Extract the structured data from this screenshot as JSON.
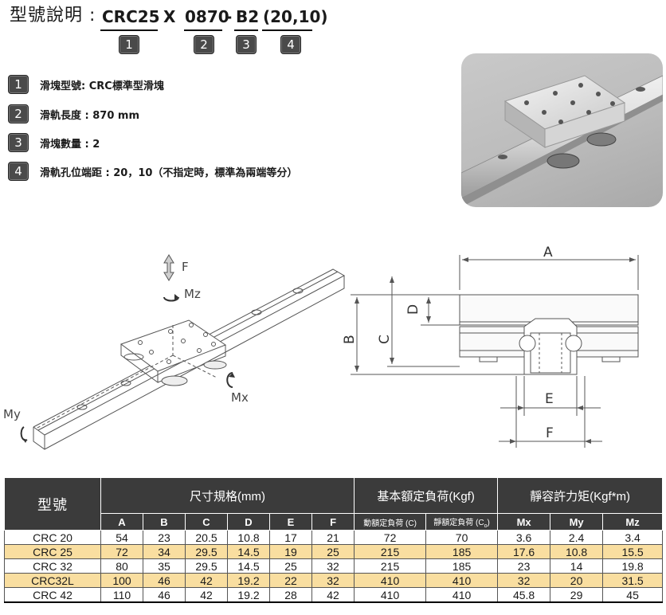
{
  "header": {
    "title": "型號說明 :",
    "parts": [
      "CRC25",
      "0870",
      "B2",
      "(20,10)"
    ],
    "separators": [
      "X",
      "-"
    ],
    "badges": [
      "1",
      "2",
      "3",
      "4"
    ]
  },
  "descriptions": [
    {
      "num": "1",
      "text": "滑塊型號: CRC標準型滑塊"
    },
    {
      "num": "2",
      "text": "滑軌長度 : 870 mm"
    },
    {
      "num": "3",
      "text": "滑塊數量 : 2"
    },
    {
      "num": "4",
      "text": "滑軌孔位端距 : 20，10（不指定時，標準為兩端等分）"
    }
  ],
  "diagram_iso": {
    "force": "F",
    "mz": "Mz",
    "mx": "Mx",
    "my": "My"
  },
  "diagram_section": {
    "a": "A",
    "b": "B",
    "c": "C",
    "d": "D",
    "e": "E",
    "f": "F"
  },
  "table": {
    "model_header": "型號",
    "group_dims": "尺寸規格(mm)",
    "group_load": "基本額定負荷(Kgf)",
    "group_moment": "靜容許力矩(Kgf*m)",
    "dim_cols": [
      "A",
      "B",
      "C",
      "D",
      "E",
      "F"
    ],
    "load_cols": [
      "動額定負荷 (C)",
      "靜額定負荷 (C"
    ],
    "load_sub": "o",
    "load_close": ")",
    "moment_cols": [
      "Mx",
      "My",
      "Mz"
    ],
    "rows": [
      {
        "model": "CRC 20",
        "A": "54",
        "B": "23",
        "C": "20.5",
        "D": "10.8",
        "E": "17",
        "F": "21",
        "dyn": "72",
        "stat": "70",
        "Mx": "3.6",
        "My": "2.4",
        "Mz": "3.4"
      },
      {
        "model": "CRC 25",
        "A": "72",
        "B": "34",
        "C": "29.5",
        "D": "14.5",
        "E": "19",
        "F": "25",
        "dyn": "215",
        "stat": "185",
        "Mx": "17.6",
        "My": "10.8",
        "Mz": "15.5"
      },
      {
        "model": "CRC 32",
        "A": "80",
        "B": "35",
        "C": "29.5",
        "D": "14.5",
        "E": "25",
        "F": "32",
        "dyn": "215",
        "stat": "185",
        "Mx": "23",
        "My": "14",
        "Mz": "19.8"
      },
      {
        "model": "CRC32L",
        "A": "100",
        "B": "46",
        "C": "42",
        "D": "19.2",
        "E": "22",
        "F": "32",
        "dyn": "410",
        "stat": "410",
        "Mx": "32",
        "My": "20",
        "Mz": "31.5"
      },
      {
        "model": "CRC 42",
        "A": "110",
        "B": "46",
        "C": "42",
        "D": "19.2",
        "E": "28",
        "F": "42",
        "dyn": "410",
        "stat": "410",
        "Mx": "45.8",
        "My": "29",
        "Mz": "45"
      }
    ]
  },
  "colors": {
    "header_bg": "#3b3b3b",
    "row_highlight": "#f9dea0",
    "badge_bg": "#4a4a4a"
  }
}
